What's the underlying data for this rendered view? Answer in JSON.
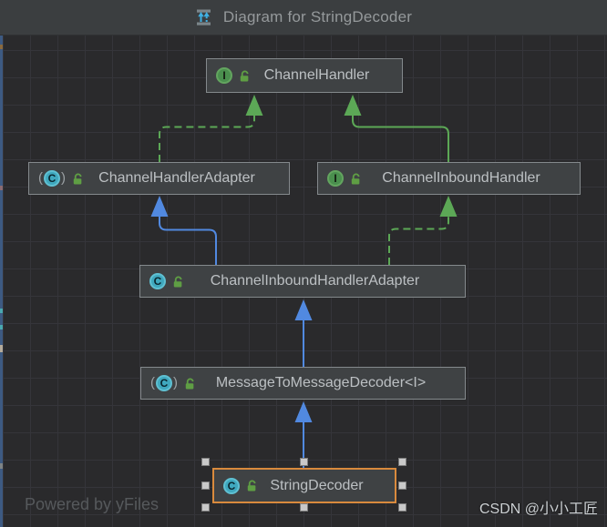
{
  "window": {
    "title": "Diagram for StringDecoder"
  },
  "footer": {
    "powered_by": "Powered by yFiles",
    "watermark": "CSDN @小小工匠"
  },
  "icons": {
    "interface_letter": "I",
    "class_letter": "C",
    "abstract_paren_left": "(",
    "abstract_paren_right": ")"
  },
  "colors": {
    "extends_edge_blue": "#5189e0",
    "interface_edge_green": "#5ca856",
    "selection_orange": "#d98a3d",
    "interface_icon_green": "#4a8f4e",
    "class_icon_teal": "#3fa8be",
    "node_background": "#3f4244",
    "canvas_background": "#2a2a2c"
  },
  "diagram": {
    "nodes": [
      {
        "id": "channelhandler",
        "label": "ChannelHandler",
        "kind": "interface",
        "locked": false,
        "selected": false
      },
      {
        "id": "channelhandleradapter",
        "label": "ChannelHandlerAdapter",
        "kind": "abstract-class",
        "locked": false,
        "selected": false
      },
      {
        "id": "channelinboundhandler",
        "label": "ChannelInboundHandler",
        "kind": "interface",
        "locked": false,
        "selected": false
      },
      {
        "id": "channelinboundhandleradapter",
        "label": "ChannelInboundHandlerAdapter",
        "kind": "class",
        "locked": false,
        "selected": false
      },
      {
        "id": "messagetomessagedecoder",
        "label": "MessageToMessageDecoder<I>",
        "kind": "abstract-class",
        "locked": false,
        "selected": false
      },
      {
        "id": "stringdecoder",
        "label": "StringDecoder",
        "kind": "class",
        "locked": false,
        "selected": true
      }
    ],
    "edges": [
      {
        "from": "ChannelHandlerAdapter",
        "to": "ChannelHandler",
        "relation": "implements",
        "line": "dashed",
        "color": "#5ca856"
      },
      {
        "from": "ChannelInboundHandler",
        "to": "ChannelHandler",
        "relation": "extends",
        "line": "solid",
        "color": "#5ca856"
      },
      {
        "from": "ChannelInboundHandlerAdapter",
        "to": "ChannelHandlerAdapter",
        "relation": "extends",
        "line": "solid",
        "color": "#5189e0"
      },
      {
        "from": "ChannelInboundHandlerAdapter",
        "to": "ChannelInboundHandler",
        "relation": "implements",
        "line": "dashed",
        "color": "#5ca856"
      },
      {
        "from": "MessageToMessageDecoder<I>",
        "to": "ChannelInboundHandlerAdapter",
        "relation": "extends",
        "line": "solid",
        "color": "#5189e0"
      },
      {
        "from": "StringDecoder",
        "to": "MessageToMessageDecoder<I>",
        "relation": "extends",
        "line": "solid",
        "color": "#5189e0"
      }
    ]
  }
}
